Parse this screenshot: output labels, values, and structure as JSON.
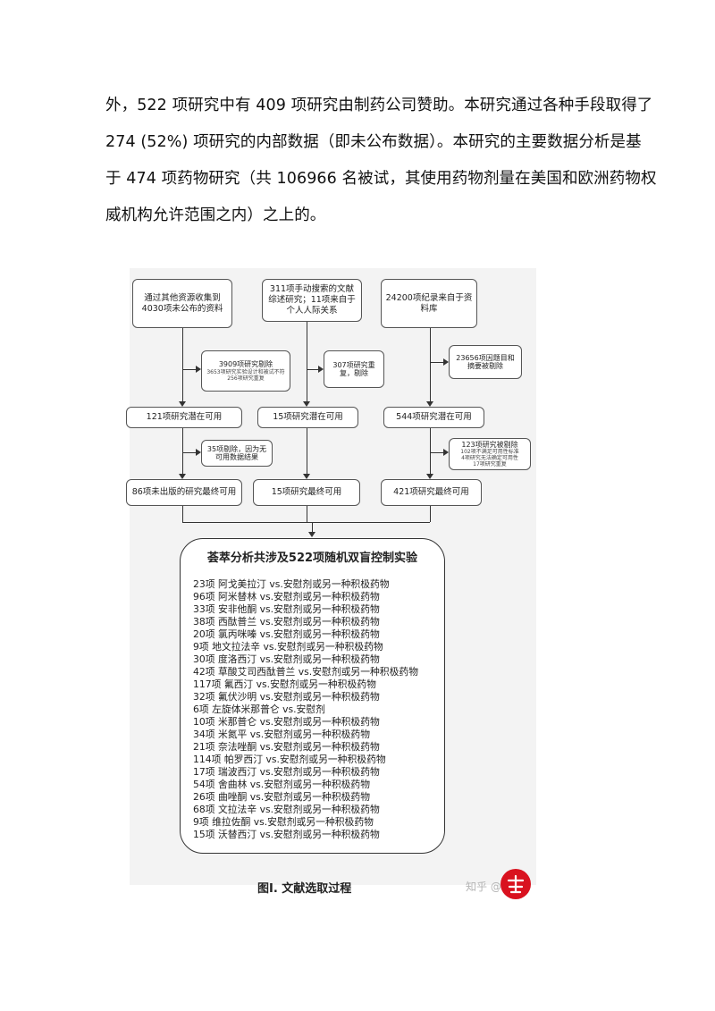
{
  "paragraph": {
    "lines": [
      "外，522 项研究中有 409 项研究由制药公司赞助。本研究通过各种手段取得了",
      "274 (52%) 项研究的内部数据（即未公布数据）。本研究的主要数据分析是基",
      "于 474 项药物研究（共 106966 名被试，其使用药物剂量在美国和欧洲药物权",
      "威机构允许范围之内）之上的。"
    ]
  },
  "flowchart": {
    "col1": {
      "source": "通过其他资源收集到4030项未公布的资料",
      "excluded_main": "3909项研究剔除",
      "excluded_sub1": "3653项研究实验设计和被试不符",
      "excluded_sub2": "256项研究重复",
      "potential": "121项研究潜在可用",
      "excluded2": "35项剔除，因为无可用数据结果",
      "final": "86项未出版的研究最终可用"
    },
    "col2": {
      "source": "311项手动搜索的文献综述研究；11项来自于个人人际关系",
      "excluded": "307项研究重复，剔除",
      "potential": "15项研究潜在可用",
      "final": "15项研究最终可用"
    },
    "col3": {
      "source": "24200项纪录来自于资料库",
      "excluded": "23656项因题目和摘要被剔除",
      "potential": "544项研究潜在可用",
      "excluded2_main": "123项研究被剔除",
      "excluded2_sub1": "102项不满足可用性标准",
      "excluded2_sub2": "4项研究无法确定可用性",
      "excluded2_sub3": "17项研究重复",
      "final": "421项研究最终可用"
    },
    "meta": {
      "title": "荟萃分析共涉及522项随机双盲控制实验",
      "items": [
        "23项 阿戈美拉汀 vs.安慰剂或另一种积极药物",
        "96项 阿米替林 vs.安慰剂或另一种积极药物",
        "33项 安非他酮 vs.安慰剂或另一种积极药物",
        "38项 西酞普兰 vs.安慰剂或另一种积极药物",
        "20项 氯丙咪嗪 vs.安慰剂或另一种积极药物",
        "9项   地文拉法辛 vs.安慰剂或另一种积极药物",
        "30项 度洛西汀 vs.安慰剂或另一种积极药物",
        "42项 草酸艾司西酞普兰 vs.安慰剂或另一种积极药物",
        "117项 氟西汀 vs.安慰剂或另一种积极药物",
        "32项 氟伏沙明 vs.安慰剂或另一种积极药物",
        "6项 左旋体米那普仑 vs.安慰剂",
        "10项 米那普仑 vs.安慰剂或另一种积极药物",
        "34项 米氮平 vs.安慰剂或另一种积极药物",
        "21项 奈法唑酮 vs.安慰剂或另一种积极药物",
        "114项  帕罗西汀 vs.安慰剂或另一种积极药物",
        "17项 瑞波西汀 vs.安慰剂或另一种积极药物",
        "54项 舍曲林 vs.安慰剂或另一种积极药物",
        "26项 曲唑酮 vs.安慰剂或另一种积极药物",
        "68项 文拉法辛 vs.安慰剂或另一种积极药物",
        "9项 维拉佐酮  vs.安慰剂或另一种积极药物",
        "15项 沃替西汀 vs.安慰剂或另一种积极药物"
      ]
    }
  },
  "caption": "图I. 文献选取过程",
  "watermark": {
    "text": "知乎 @",
    "logo_color": "#d9121f"
  }
}
